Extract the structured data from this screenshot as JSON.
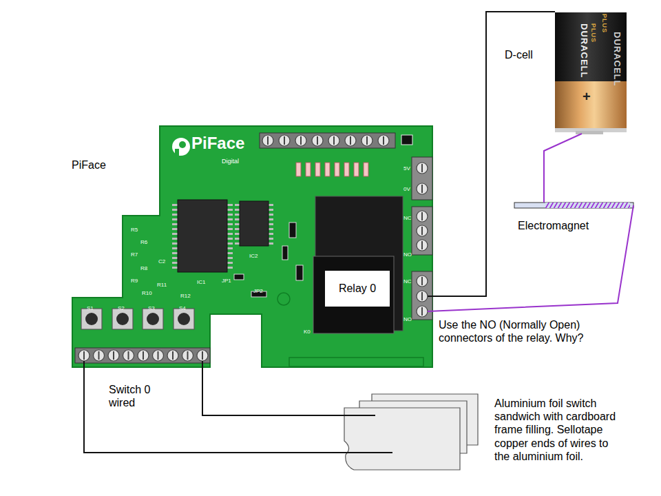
{
  "diagram": {
    "nodes": [
      {
        "text": [
          "Relay 0"
        ]
      }
    ],
    "labels": [
      "PiFace",
      "D-cell",
      "Electromagnet",
      "Use the NO (Normally Open) connectors of the relay. Why?",
      "Switch 0 wired",
      "Aluminium foil switch sandwich with cardboard frame filling. Sellotape copper ends of wires to the aluminium foil.",
      "DURACELL",
      "PLUS",
      "DURACELL",
      "PLUS",
      "+",
      "PiFace",
      "Digital",
      "S1",
      "S2",
      "S3",
      "S4",
      "IC1",
      "IC2",
      "5V",
      "0V",
      "NC",
      "NO",
      "NC",
      "NO",
      "K0",
      "R5",
      "R6",
      "R7",
      "R8",
      "R9",
      "R10",
      "R11",
      "R12",
      "C2",
      "JP1",
      "JP2"
    ]
  }
}
